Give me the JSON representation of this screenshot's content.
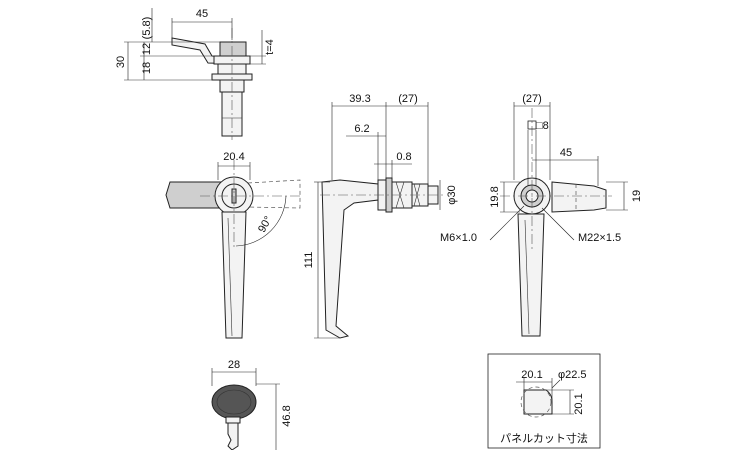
{
  "dimensions": {
    "top_5_8": "(5.8)",
    "top_45": "45",
    "top_30": "30",
    "top_12": "12",
    "top_18": "18",
    "top_t4": "t=4",
    "front_20_4": "20.4",
    "front_90deg": "90°",
    "side_39_3": "39.3",
    "side_27": "(27)",
    "side_6_2": "6.2",
    "side_0_8": "0.8",
    "side_phi30": "φ30",
    "side_111": "111",
    "right_27": "(27)",
    "right_sq8": "□8",
    "right_45": "45",
    "right_19_8": "19.8",
    "right_19": "19",
    "right_m6": "M6×1.0",
    "right_m22": "M22×1.5",
    "key_28": "28",
    "key_46_8": "46.8",
    "panel_20_1_top": "20.1",
    "panel_phi22_5": "φ22.5",
    "panel_20_1_side": "20.1"
  },
  "panel_cutout": {
    "caption": "パネルカット寸法"
  },
  "colors": {
    "line": "#222222",
    "fill": "#f3f3f3",
    "key_head": "#555555"
  }
}
